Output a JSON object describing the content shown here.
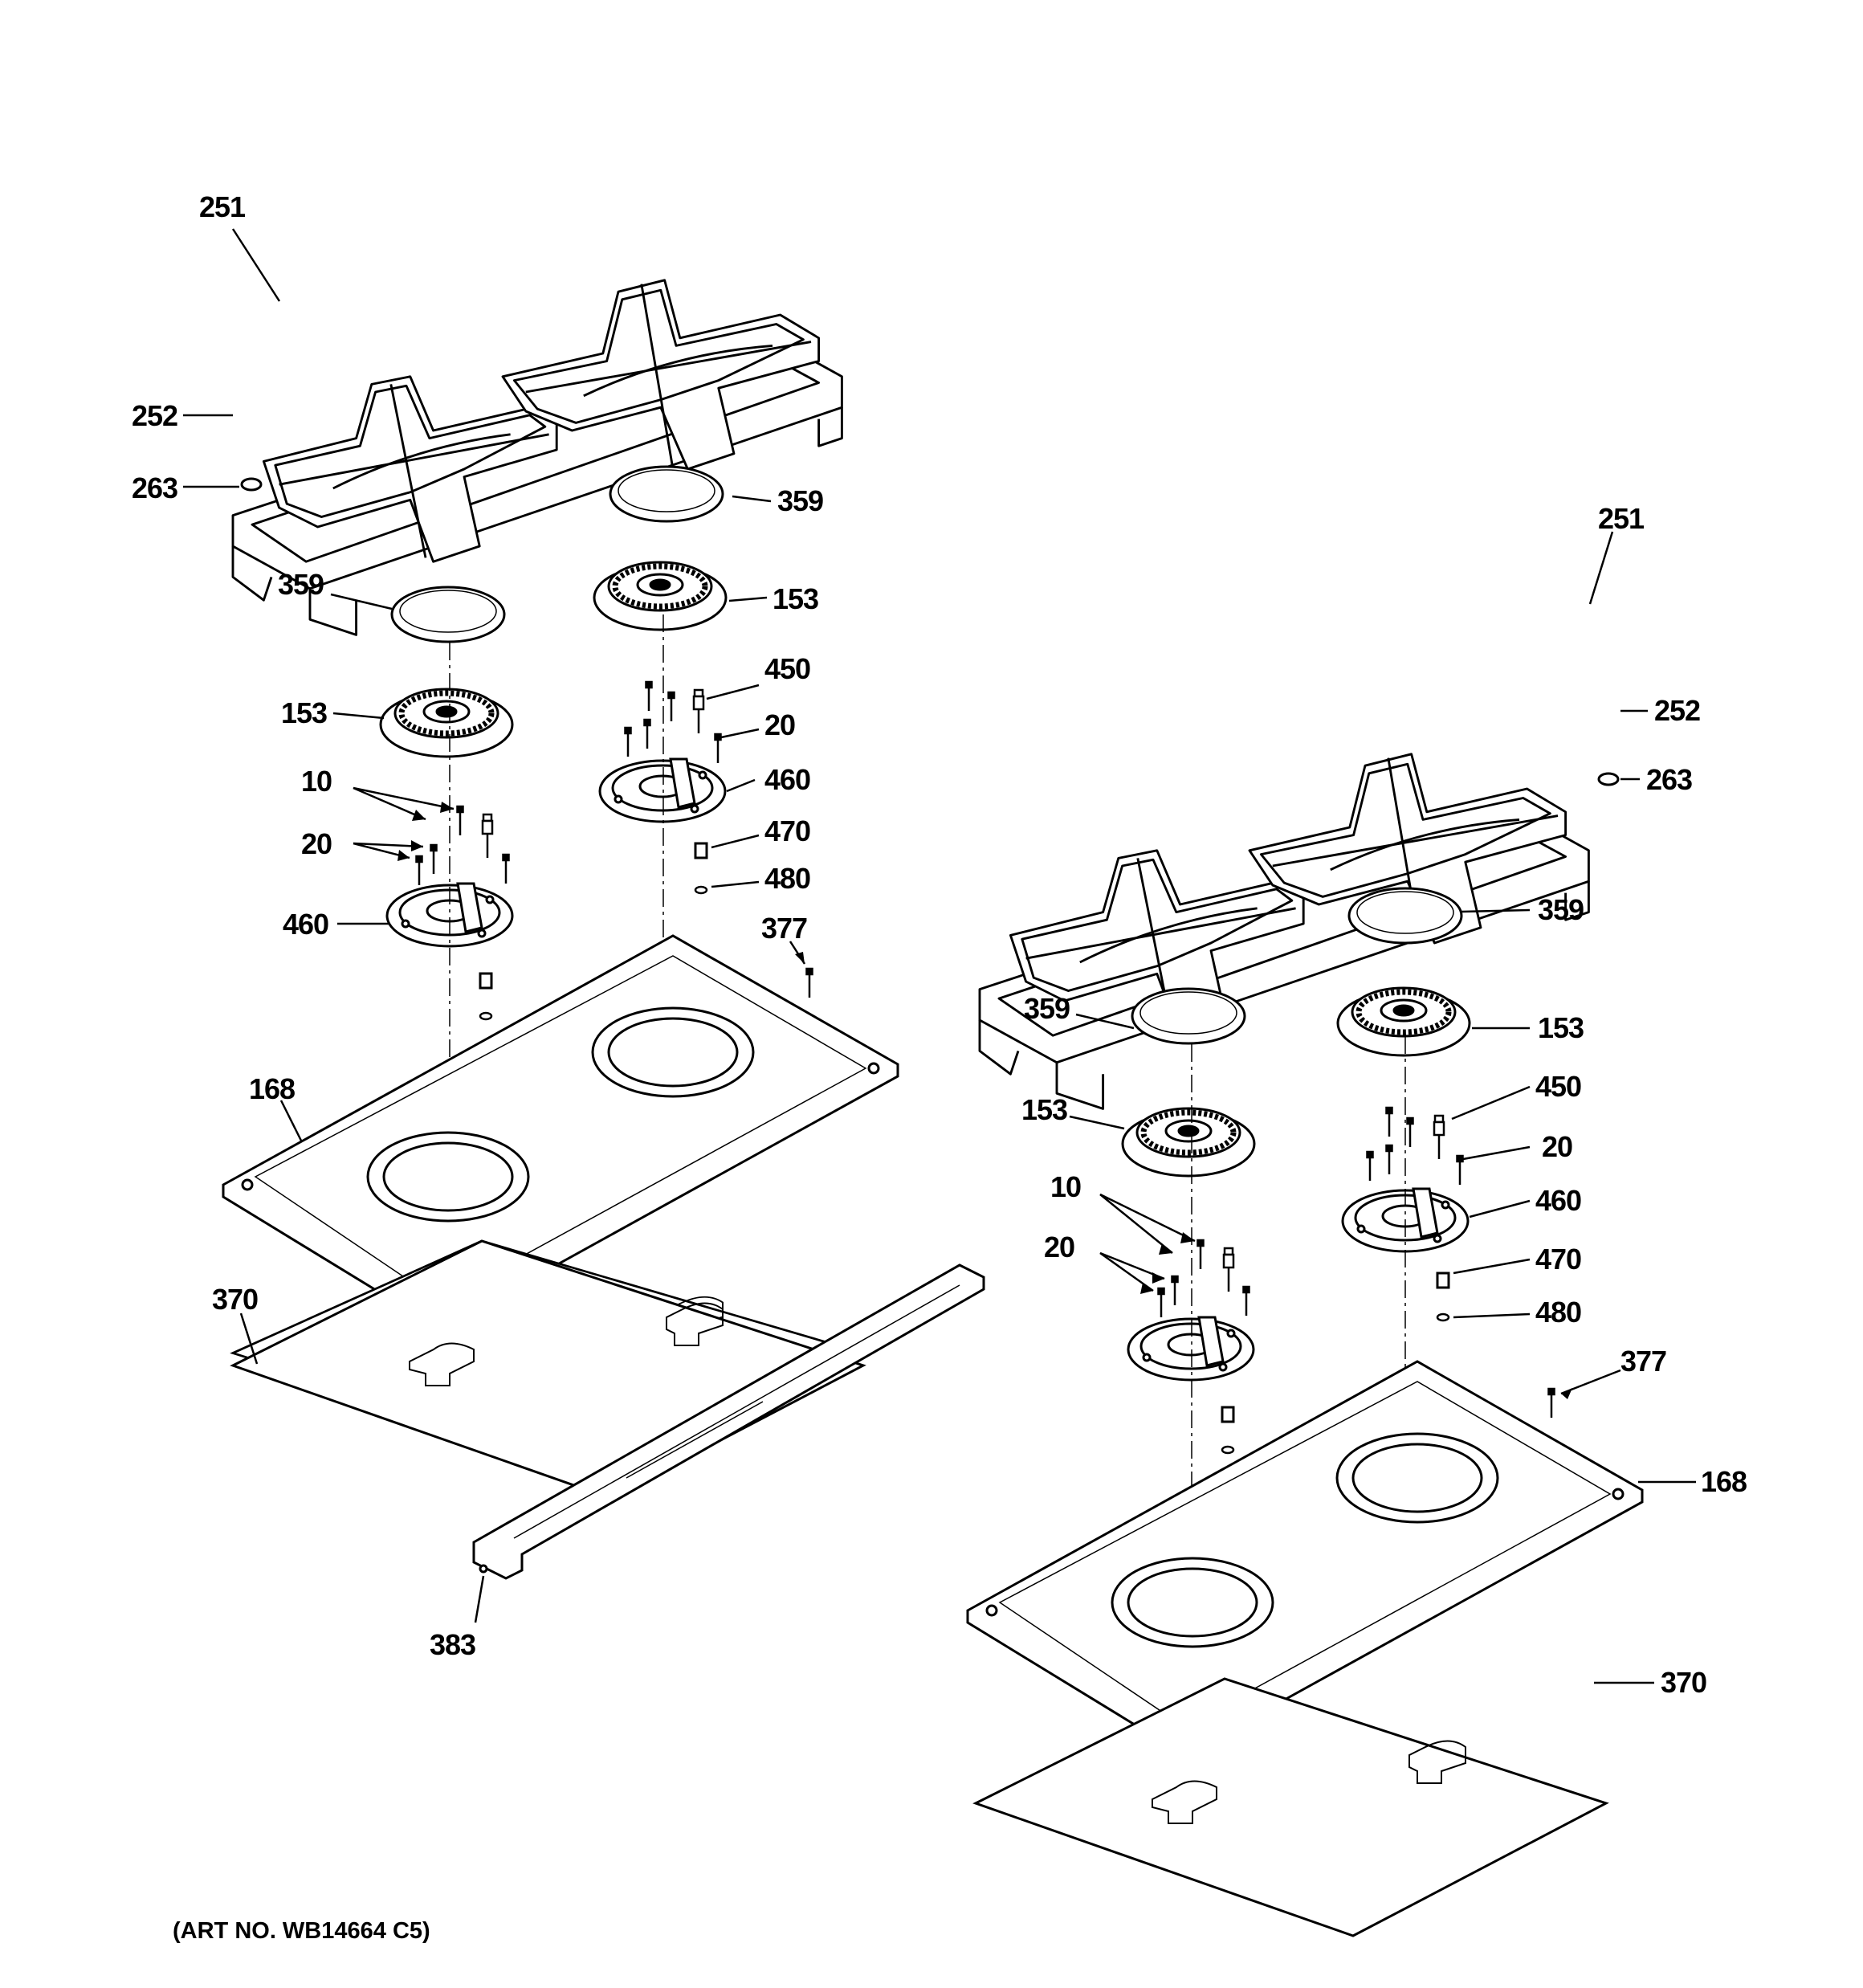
{
  "art_number": "(ART NO. WB14664 C5)",
  "left_assembly": {
    "grate": "251",
    "grate_frame": "252",
    "foot": "263",
    "cap_rear": "359",
    "head_rear": "153",
    "cap_front": "359",
    "head_front": "153",
    "electrode": "450",
    "screw_rear": "20",
    "base_rear": "460",
    "spacer": "470",
    "washer": "480",
    "screw_plate": "377",
    "screw_a": "10",
    "screw_b": "20",
    "base_front": "460",
    "burner_box": "168",
    "insulation": "370",
    "bracket": "383"
  },
  "right_assembly": {
    "grate": "251",
    "grate_frame": "252",
    "foot": "263",
    "cap_rear": "359",
    "head_rear": "153",
    "cap_front": "359",
    "head_front": "153",
    "electrode": "450",
    "screw_rear": "20",
    "base_rear": "460",
    "spacer": "470",
    "washer": "480",
    "screw_a": "10",
    "screw_b": "20",
    "screw_plate": "377",
    "burner_box": "168",
    "insulation": "370"
  }
}
